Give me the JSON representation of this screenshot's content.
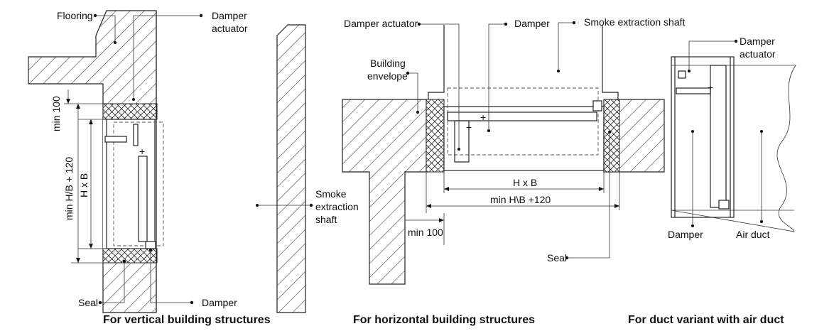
{
  "colors": {
    "line": "#222222",
    "background": "#ffffff"
  },
  "vertical": {
    "caption": "For vertical building structures",
    "labels": {
      "flooring": "Flooring",
      "damper_actuator_1": "Damper",
      "damper_actuator_2": "actuator",
      "smoke_shaft_1": "Smoke",
      "smoke_shaft_2": "extraction",
      "smoke_shaft_3": "shaft",
      "seal": "Seal",
      "damper": "Damper"
    },
    "dimensions": {
      "min": "min 100",
      "hxb": "H x B",
      "min_hb": "min H/B + 120"
    }
  },
  "horizontal": {
    "caption": "For horizontal building structures",
    "labels": {
      "damper_actuator": "Damper actuator",
      "damper": "Damper",
      "smoke_shaft": "Smoke extraction shaft",
      "building_envelope_1": "Building",
      "building_envelope_2": "envelope",
      "seal": "Seal"
    },
    "dimensions": {
      "hxb": "H x B",
      "min_hb": "min H\\B +120",
      "min": "min 100"
    }
  },
  "duct": {
    "caption": "For duct variant with air duct",
    "labels": {
      "damper_actuator_1": "Damper",
      "damper_actuator_2": "actuator",
      "damper": "Damper",
      "air_duct": "Air duct"
    }
  }
}
